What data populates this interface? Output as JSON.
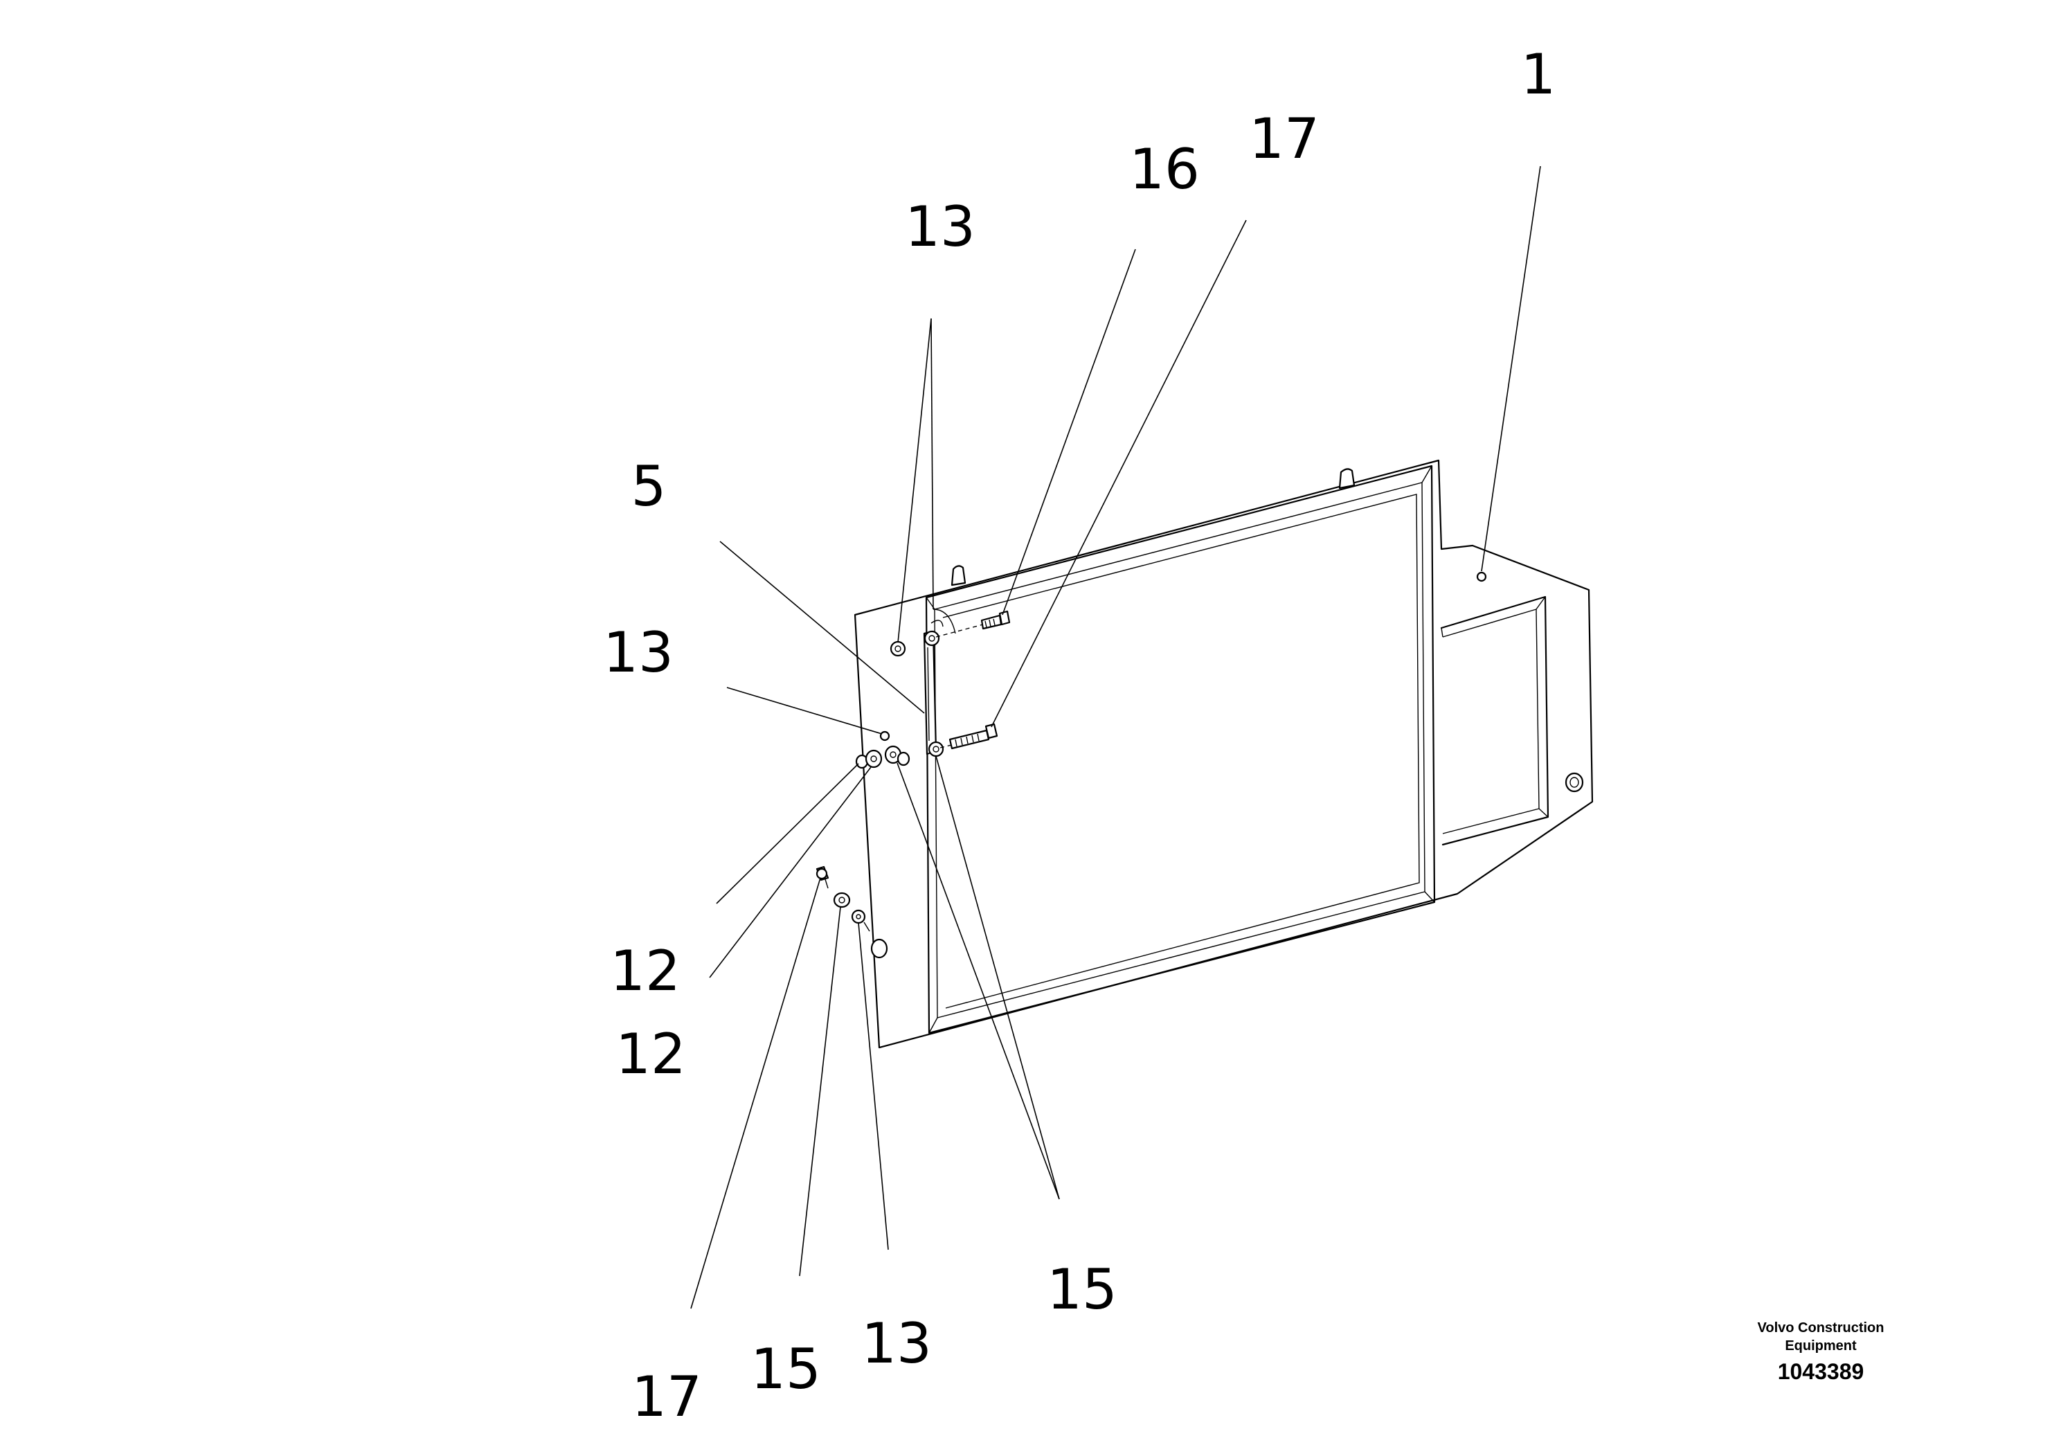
{
  "callouts": [
    "1",
    "16",
    "17",
    "13",
    "5",
    "13",
    "12",
    "12",
    "15",
    "17",
    "15",
    "13"
  ],
  "footer": {
    "company_line1": "Volvo Construction",
    "company_line2": "Equipment",
    "doc_number": "1043389"
  }
}
